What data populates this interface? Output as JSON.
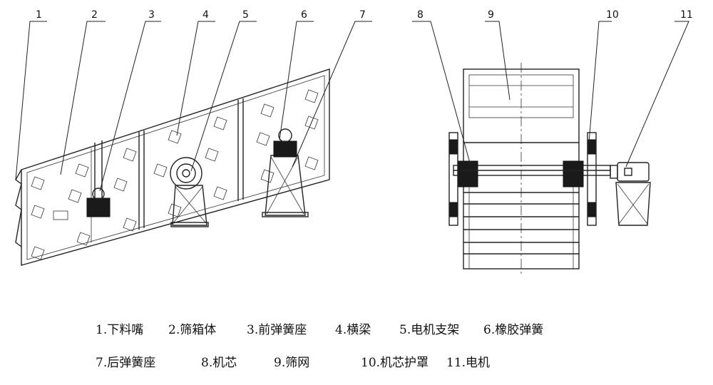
{
  "callouts": [
    "1",
    "2",
    "3",
    "4",
    "5",
    "6",
    "7",
    "8",
    "9",
    "10",
    "11"
  ],
  "legend": [
    "1.下料嘴",
    "2.筛箱体",
    "3.前弹簧座",
    "4.横梁",
    "5.电机支架",
    "6.橡胶弹簧",
    "7.后弹簧座",
    "8.机芯",
    "9.筛网",
    "10.机芯护罩",
    "11.电机"
  ]
}
